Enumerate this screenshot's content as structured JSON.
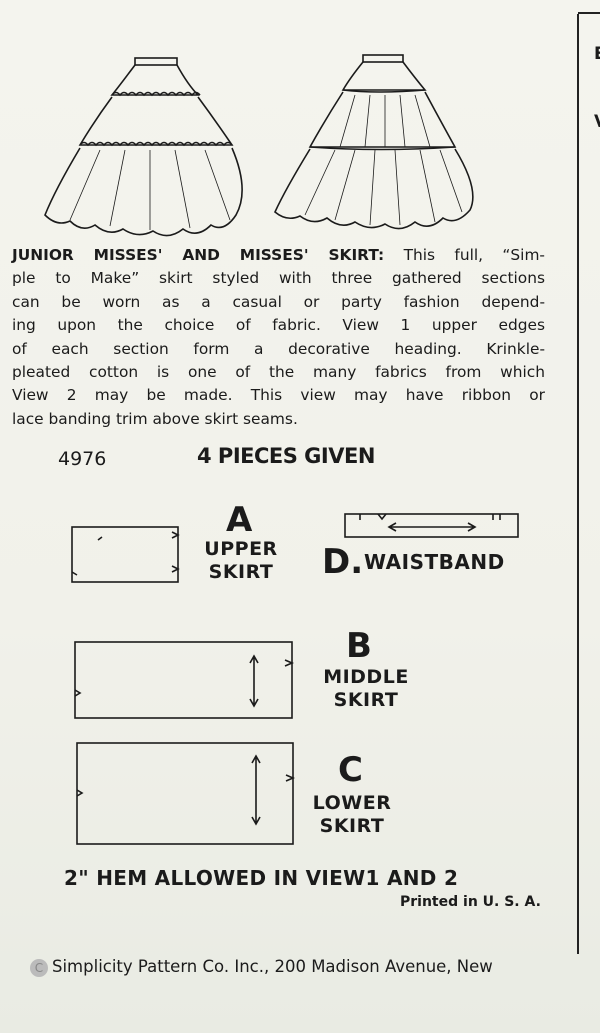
{
  "description": {
    "title": "JUNIOR MISSES' AND MISSES' SKIRT:",
    "lines": [
      "This full, “Sim-",
      "ple to Make” skirt styled with three gathered sections",
      "can be worn as a casual or party fashion depend-",
      "ing upon the choice of fabric. View 1 upper edges",
      "of each section form a decorative heading. Krinkle-",
      "pleated cotton is one of the many fabrics from which",
      "View 2 may be made. This view may have ribbon or",
      "lace banding trim above skirt seams."
    ]
  },
  "pattern_number": "4976",
  "pieces_given": "4 PIECES GIVEN",
  "pieces": {
    "a": {
      "letter": "A",
      "line1": "UPPER",
      "line2": "SKIRT"
    },
    "b": {
      "letter": "B",
      "line1": "MIDDLE",
      "line2": "SKIRT"
    },
    "c": {
      "letter": "C",
      "line1": "LOWER",
      "line2": "SKIRT"
    },
    "d": {
      "letter": "D.",
      "line1": "WAISTBAND"
    }
  },
  "hem_note": "2\" HEM ALLOWED IN VIEW1 AND 2",
  "printed": "Printed in U. S. A.",
  "copyright": {
    "symbol": "C",
    "text": "Simplicity Pattern Co. Inc., 200 Madison Avenue, New"
  },
  "edge_letters": [
    "E",
    "V"
  ]
}
